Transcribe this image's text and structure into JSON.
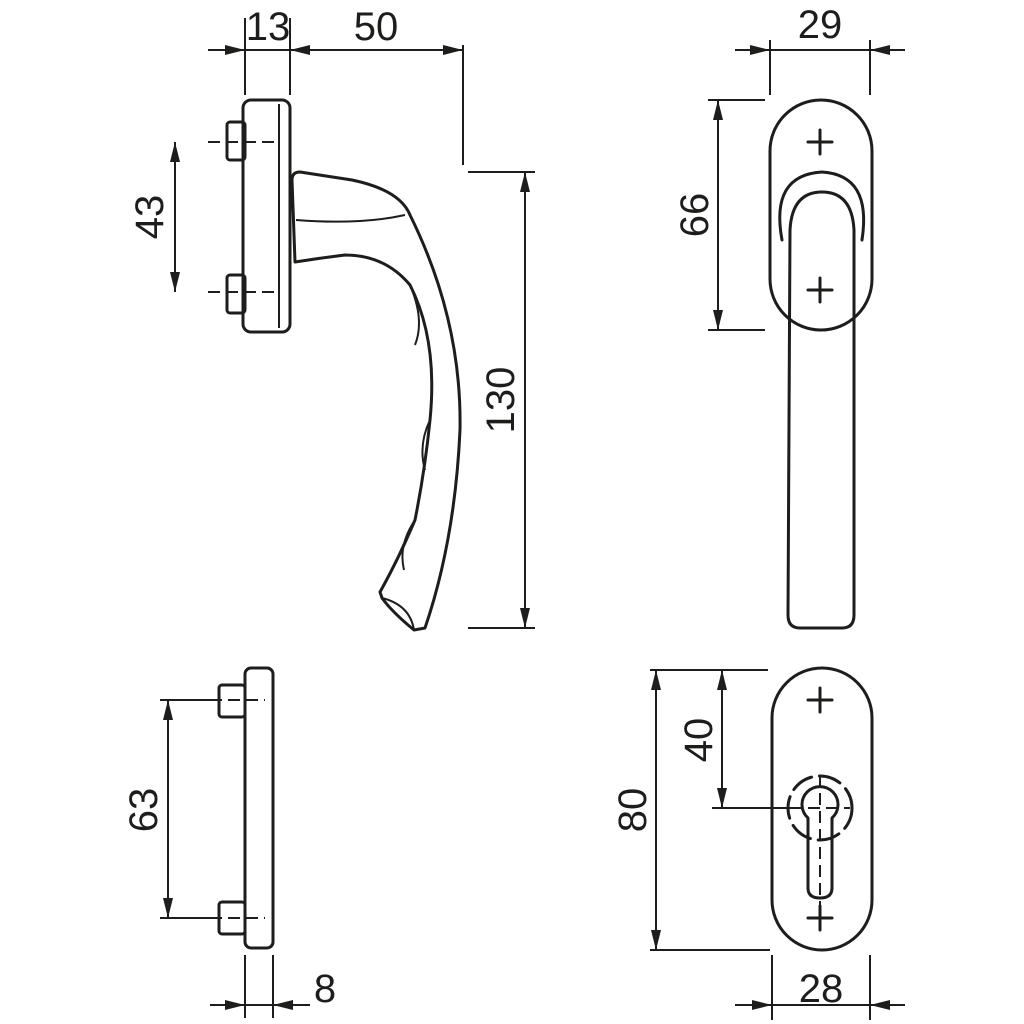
{
  "drawing": {
    "ink_color": "#1d1d1b",
    "side_view": {
      "rosette_depth": "13",
      "handle_projection": "50",
      "screw_spacing": "43",
      "handle_length": "130"
    },
    "front_view": {
      "rosette_width": "29",
      "rosette_height": "66"
    },
    "base_side_view": {
      "screw_spacing": "63",
      "plate_thickness": "8"
    },
    "base_front_view": {
      "center_offset": "40",
      "plate_height": "80",
      "plate_width": "28"
    }
  }
}
